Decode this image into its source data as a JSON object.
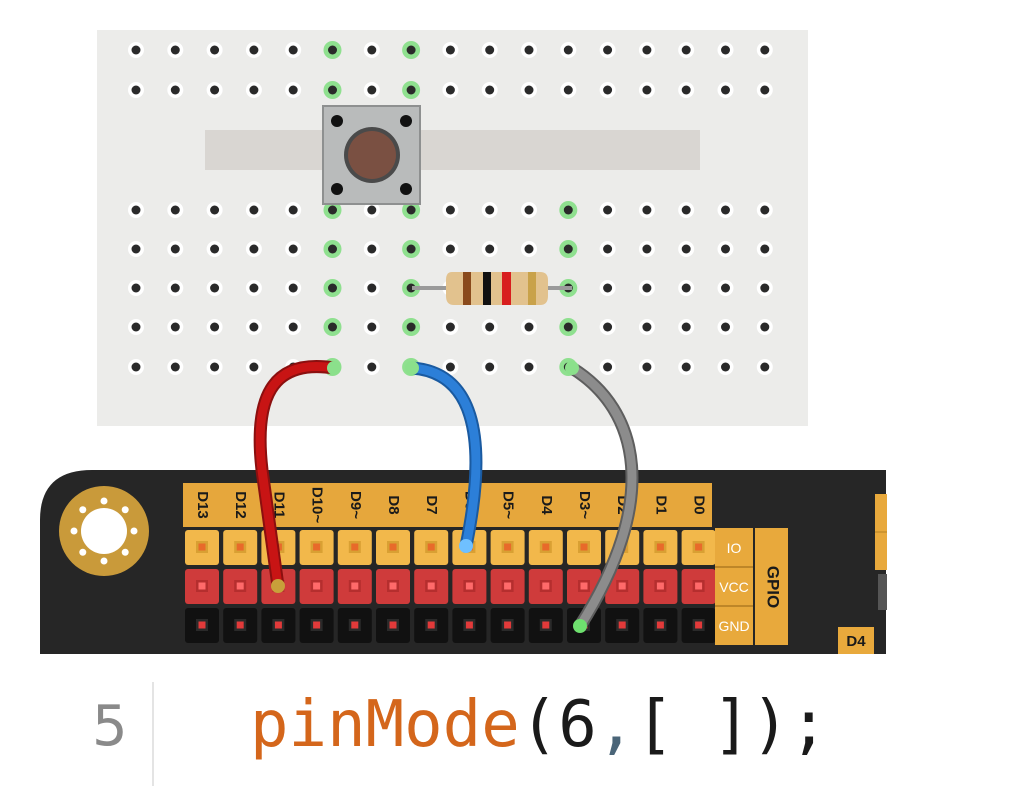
{
  "header_pins": [
    "D13",
    "D12",
    "D11",
    "D10",
    "D9",
    "D8",
    "D7",
    "D6",
    "D5",
    "D4",
    "D3",
    "D2",
    "D1",
    "D0"
  ],
  "pwm_marker": "~",
  "pwm_pins": [
    "D10",
    "D9",
    "D6",
    "D5",
    "D3"
  ],
  "row_labels": {
    "io": "IO",
    "vcc": "VCC",
    "gnd": "GND"
  },
  "gpio_label": "GPIO",
  "right_connector_label": "D4",
  "code": {
    "line_number": "5",
    "function": "pinMode",
    "open": "(",
    "arg": "6",
    "comma": ",",
    "blank": "[ ]",
    "close": ");"
  },
  "colors": {
    "wire_red": "#c81414",
    "wire_blue": "#2c7fd8",
    "wire_gray": "#8c8c8c",
    "highlight": "#6ee06e",
    "board": "#262626",
    "io_row": "#f2b84b",
    "vcc_row": "#cf3b3b",
    "gnd_row": "#111111",
    "label_strip": "#e6a73c",
    "gpio_box": "#e8a93c"
  }
}
